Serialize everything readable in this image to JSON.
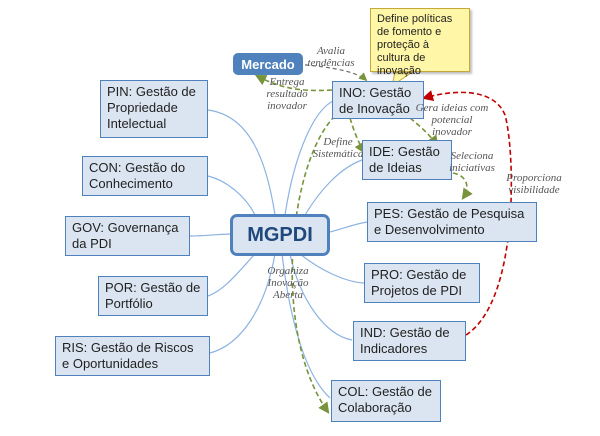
{
  "center": {
    "label": "MGPDI"
  },
  "market": {
    "label": "Mercado"
  },
  "callout": {
    "text": "Define políticas de fomento e proteção à cultura de inovação"
  },
  "nodes": {
    "pin": "PIN: Gestão de Propriedade Intelectual",
    "con": "CON: Gestão do Conhecimento",
    "gov": "GOV: Governança da PDI",
    "por": "POR: Gestão de Portfólio",
    "ris": "RIS: Gestão de Riscos e Oportunidades",
    "ino": "INO: Gestão de Inovação",
    "ide": "IDE: Gestão de Ideias",
    "pes": "PES: Gestão de Pesquisa e Desenvolvimento",
    "pro": "PRO: Gestão de Projetos de PDI",
    "ind": "IND: Gestão de Indicadores",
    "col": "COL: Gestão de Colaboração"
  },
  "relations": {
    "avalia": "Avalia\ntendências",
    "entrega": "Entrega\nresultado\ninovador",
    "gera": "Gera ideias com\npotencial\ninovador",
    "define": "Define\nSistemática",
    "seleciona": "Seleciona\niniciativas",
    "proporciona": "Proporciona\nvisibilidade",
    "organiza": "Organiza\nInovação\nAberta"
  },
  "colors": {
    "node_fill": "#dbe5f1",
    "node_border": "#4f81bd",
    "branch_line": "#8db3e2",
    "green_arrow": "#77933c",
    "red_arrow": "#c00000",
    "callout_fill": "#fff6a8"
  }
}
